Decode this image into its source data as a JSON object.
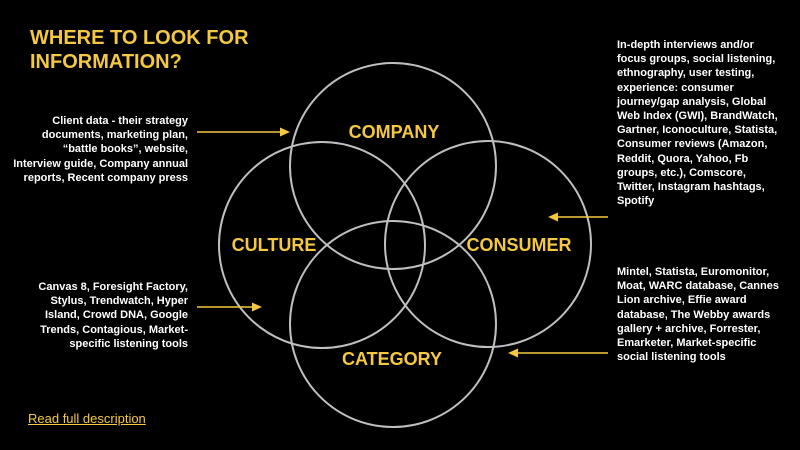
{
  "title": {
    "line1": "WHERE TO LOOK FOR",
    "line2": "INFORMATION?"
  },
  "circles": {
    "company": "COMPANY",
    "culture": "CULTURE",
    "consumer": "CONSUMER",
    "category": "CATEGORY"
  },
  "notes": {
    "company": "Client data - their strategy documents, marketing plan, “battle books”, website, Interview guide, Company annual reports, Recent company press",
    "culture": "Canvas 8, Foresight Factory, Stylus, Trendwatch, Hyper Island, Crowd DNA, Google Trends, Contagious, Market-specific listening tools",
    "consumer": "In-depth interviews and/or focus groups, social listening, ethnography, user testing, experience: consumer journey/gap analysis, Global Web Index (GWI), BrandWatch, Gartner, Iconoculture, Statista, Consumer reviews (Amazon, Reddit, Quora, Yahoo, Fb groups, etc.), Comscore, Twitter, Instagram hashtags, Spotify",
    "category": "Mintel, Statista, Euromonitor, Moat, WARC database, Cannes Lion archive, Effie award database, The Webby awards gallery + archive, Forrester, Emarketer, Market-specific social listening tools"
  },
  "link": {
    "label": "Read full description"
  },
  "colors": {
    "background": "#000000",
    "accent": "#F5C842",
    "circle_stroke": "#BFBFBF",
    "text": "#FFFFFF"
  }
}
